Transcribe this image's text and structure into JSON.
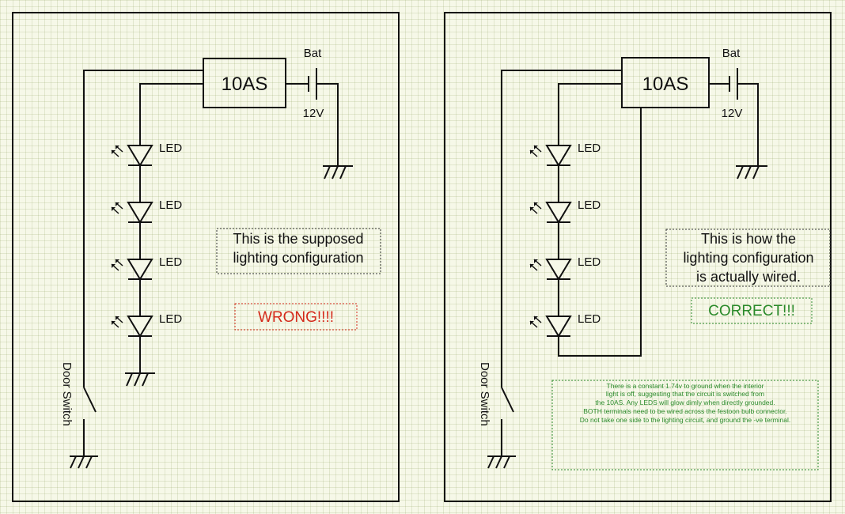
{
  "colors": {
    "wire": "#111111",
    "wrong": "#d42a1a",
    "correct": "#2a8a2a",
    "background": "#f6f8e8"
  },
  "left_panel": {
    "controller_label": "10AS",
    "battery_label": "Bat",
    "battery_voltage": "12V",
    "led_labels": [
      "LED",
      "LED",
      "LED",
      "LED"
    ],
    "switch_label": "Door Switch",
    "note_lines": [
      "This is the supposed",
      "lighting configuration"
    ],
    "verdict": "WRONG!!!!"
  },
  "right_panel": {
    "controller_label": "10AS",
    "battery_label": "Bat",
    "battery_voltage": "12V",
    "led_labels": [
      "LED",
      "LED",
      "LED",
      "LED"
    ],
    "switch_label": "Door Switch",
    "note_lines": [
      "This is how the",
      "lighting configuration",
      "is actually wired."
    ],
    "verdict": "CORRECT!!!",
    "explanation_lines": [
      "There is a constant 1.74v to ground when the interior",
      "light is off, suggesting that the circuit is switched from",
      "the 10AS. Any LEDS will glow dimly when directly grounded.",
      "BOTH terminals need to be wired across the festoon bulb connector.",
      "Do not take one side to the lighting circuit, and ground the -ve terminal."
    ]
  }
}
